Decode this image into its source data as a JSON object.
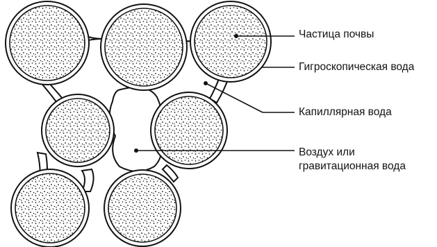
{
  "labels": {
    "soil_particle": "Частица почвы",
    "hygroscopic_water": "Гигроскопическая вода",
    "capillary_water": "Капиллярная вода",
    "air_line1": "Воздух или",
    "air_line2": "гравитационная вода"
  },
  "colors": {
    "ink": "#111111",
    "background": "#ffffff"
  }
}
